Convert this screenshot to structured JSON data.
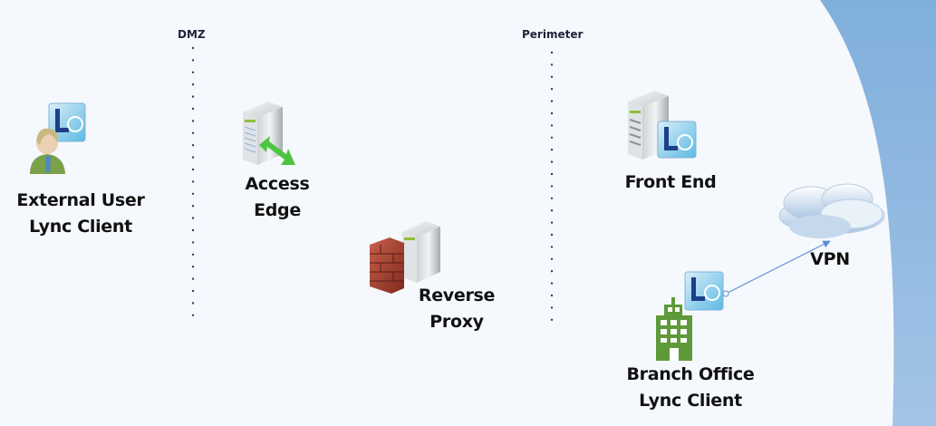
{
  "zones": [
    {
      "id": "dmz",
      "label": "DMZ"
    },
    {
      "id": "perimeter",
      "label": "Perimeter"
    }
  ],
  "nodes": {
    "external_user": {
      "line1": "External User",
      "line2": "Lync Client",
      "icon": "user-with-lync-icon"
    },
    "access_edge": {
      "line1": "Access",
      "line2": "Edge",
      "icon": "server-with-arrow-icon"
    },
    "reverse_proxy": {
      "line1": "Reverse",
      "line2": "Proxy",
      "icon": "firewall-server-icon"
    },
    "front_end": {
      "line1": "Front End",
      "icon": "server-with-lync-icon"
    },
    "vpn": {
      "line1": "VPN",
      "icon": "cloud-icon"
    },
    "branch_office": {
      "line1": "Branch Office",
      "line2": "Lync Client",
      "icon": "building-with-lync-icon"
    }
  },
  "connections": [
    {
      "from": "branch_office",
      "to": "vpn",
      "style": "arrow",
      "color": "#5b8fd0"
    }
  ],
  "colors": {
    "background": "#f5f8fc",
    "internal_region": "#8fb8e0",
    "divider": "#3a3a55",
    "building": "#5f9a3a",
    "lync_blue": "#1e3f8a",
    "arrow_green": "#4cc540"
  }
}
